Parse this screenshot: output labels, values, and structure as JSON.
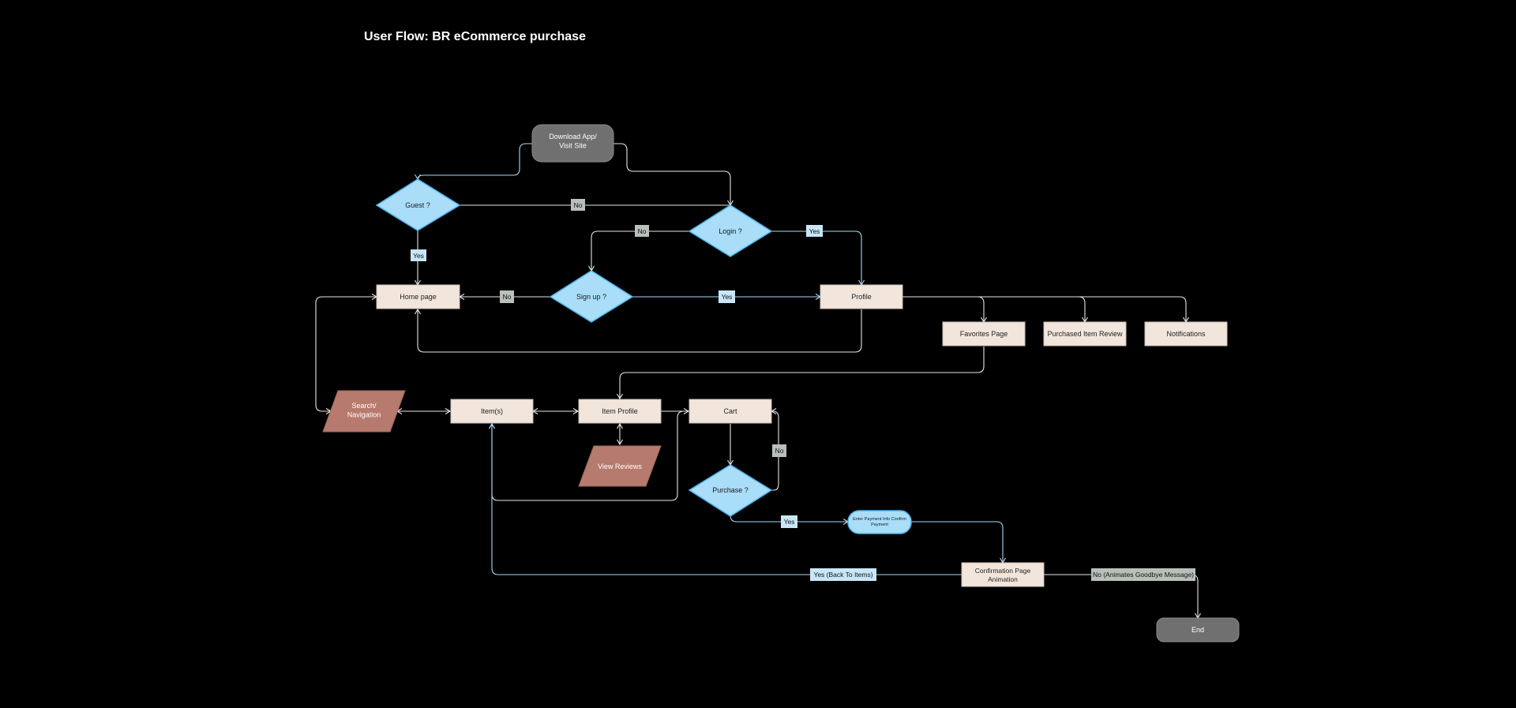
{
  "title": "User Flow: BR eCommerce purchase",
  "colors": {
    "background": "#000000",
    "terminal": "#707070",
    "process": "#f2e6dc",
    "decision": "#a9ddf8",
    "decision_stroke": "#4fb3ea",
    "io": "#b77a6e",
    "label_yes": "#c8e6f7",
    "label_no": "#b9bfb9"
  },
  "nodes": {
    "download": "Download App/\nVisit Site",
    "guest": "Guest ?",
    "login": "Login ?",
    "signup": "Sign up ?",
    "home": "Home page",
    "profile": "Profile",
    "favorites": "Favorites  Page",
    "purchased_review": "Purchased Item Review",
    "notifications": "Notifications",
    "search": "Search/\nNavigation",
    "items": "Item(s)",
    "item_profile": "Item  Profile",
    "cart": "Cart",
    "view_reviews": "View Reviews",
    "purchase": "Purchase ?",
    "payment": "Enter Payment Info Confirm\nPayment",
    "confirmation": "Confirmation Page\nAnimation",
    "end": "End"
  },
  "edge_labels": {
    "guest_no": "No",
    "guest_yes": "Yes",
    "login_no": "No",
    "login_yes": "Yes",
    "signup_no": "No",
    "signup_yes": "Yes",
    "cart_no": "No",
    "purchase_yes": "Yes",
    "back_to_items": "Yes  (Back To Items)",
    "goodbye": "No (Animates Goodbye Message)"
  }
}
